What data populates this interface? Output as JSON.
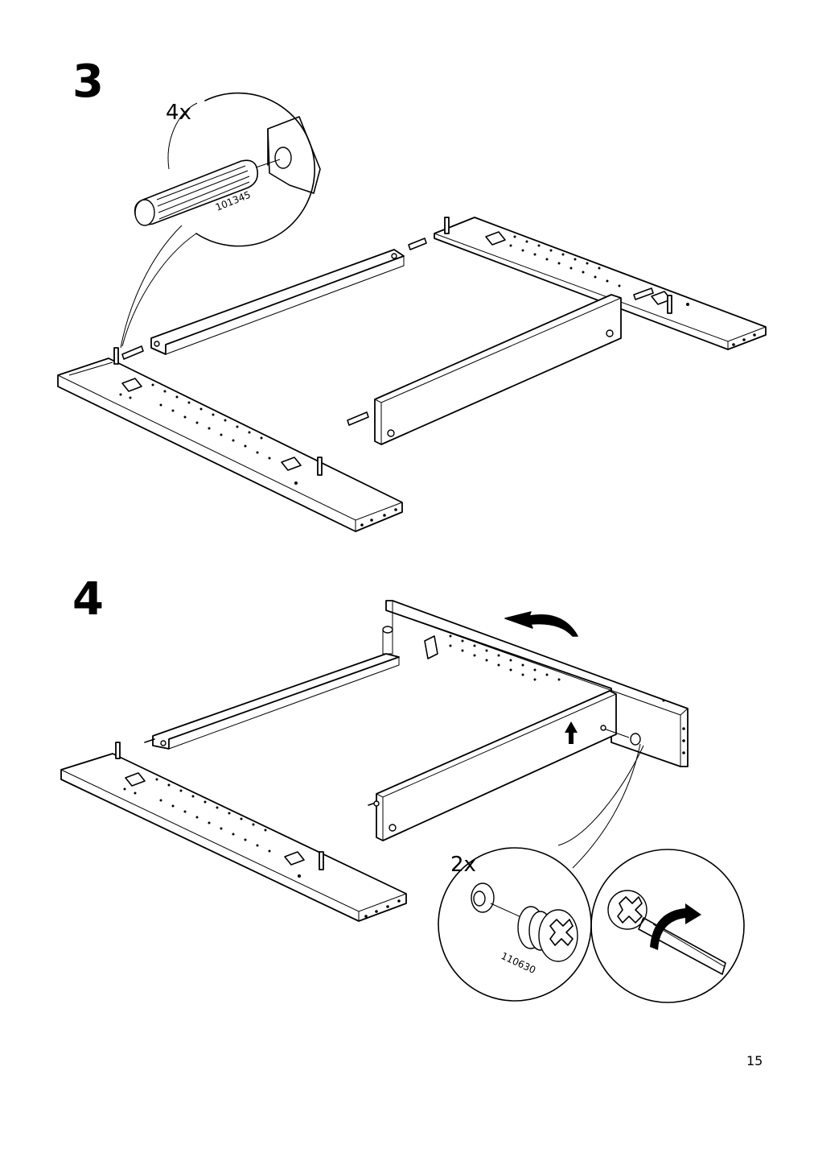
{
  "steps": [
    {
      "number": "3",
      "callout_quantity": "4x",
      "part_number": "101345"
    },
    {
      "number": "4",
      "callout_quantity": "2x",
      "part_number": "110630"
    }
  ],
  "page_number": "15",
  "icons": [
    "dowel-icon",
    "cam-lock-icon",
    "screwdriver-icon",
    "rotate-arrow-icon",
    "up-arrow-icon"
  ]
}
